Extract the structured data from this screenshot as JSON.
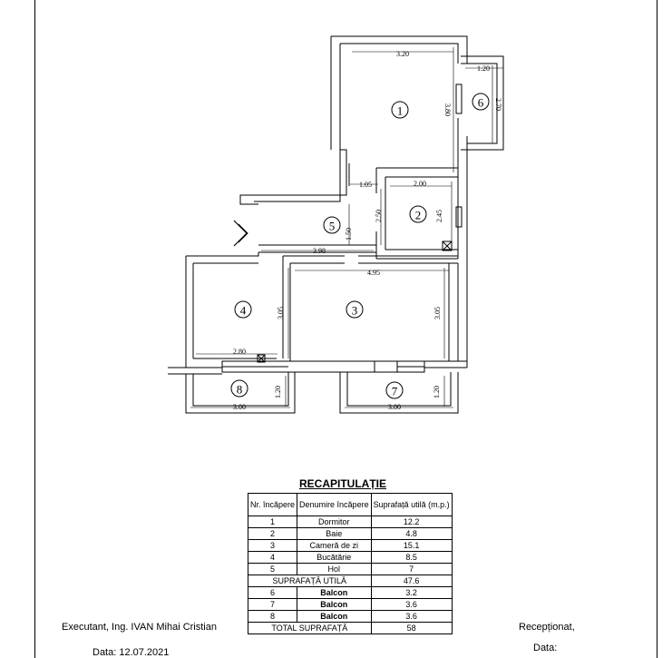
{
  "rooms": {
    "r1": "1",
    "r2": "2",
    "r3": "3",
    "r4": "4",
    "r5": "5",
    "r6": "6",
    "r7": "7",
    "r8": "8"
  },
  "dimensions": {
    "d_320": "3.20",
    "d_120_top": "1.20",
    "d_270": "2.70",
    "d_380": "3.80",
    "d_105": "1.05",
    "d_200": "2.00",
    "d_250": "2.50",
    "d_245": "2.45",
    "d_150": "1.50",
    "d_398": "3.98",
    "d_495": "4.95",
    "d_305_left": "3.05",
    "d_305_right": "3.05",
    "d_280": "2.80",
    "d_120_b8": "1.20",
    "d_300_b8": "3.00",
    "d_120_b7": "1.20",
    "d_300_b7": "3.00"
  },
  "recap": {
    "title": "RECAPITULAȚIE",
    "headers": {
      "nr": "Nr. încăpere",
      "name": "Denumire încăpere",
      "area": "Suprafață utilă (m.p.)"
    },
    "rows": [
      {
        "nr": "1",
        "name": "Dormitor",
        "area": "12.2"
      },
      {
        "nr": "2",
        "name": "Baie",
        "area": "4.8"
      },
      {
        "nr": "3",
        "name": "Cameră de zi",
        "area": "15.1"
      },
      {
        "nr": "4",
        "name": "Bucătărie",
        "area": "8.5"
      },
      {
        "nr": "5",
        "name": "Hol",
        "area": "7"
      }
    ],
    "subtotal_label": "SUPRAFAȚĂ UTILĂ",
    "subtotal_value": "47.6",
    "balcony_rows": [
      {
        "nr": "6",
        "name": "Balcon",
        "area": "3.2"
      },
      {
        "nr": "7",
        "name": "Balcon",
        "area": "3.6"
      },
      {
        "nr": "8",
        "name": "Balcon",
        "area": "3.6"
      }
    ],
    "total_label": "TOTAL SUPRAFAȚĂ",
    "total_value": "58"
  },
  "footer": {
    "executant": "Executant, Ing. IVAN Mihai Cristian",
    "receptionat": "Recepționat,",
    "data_label": "Data:",
    "date_text": "Data: 12.07.2021"
  }
}
